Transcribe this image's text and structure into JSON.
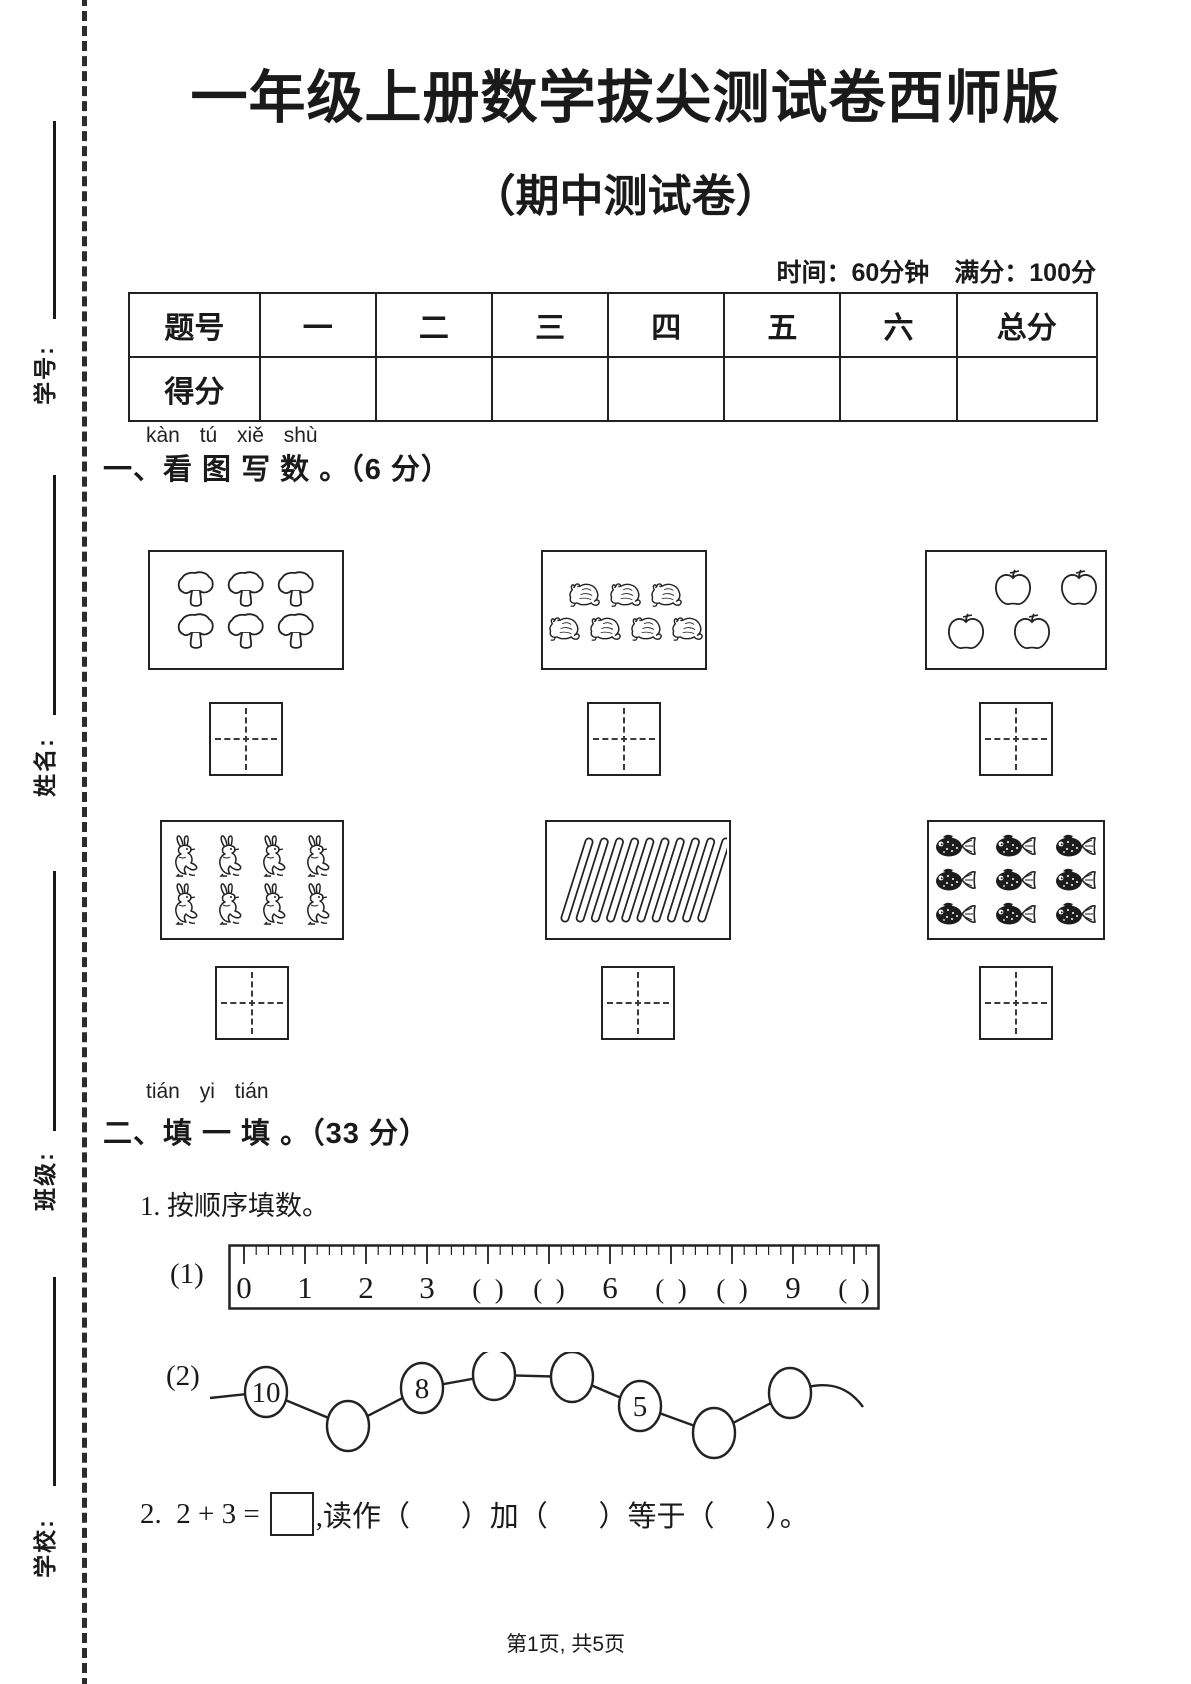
{
  "page": {
    "background": "#ffffff",
    "ink_color": "#1a1a1a"
  },
  "margin_fields": [
    {
      "label": "学号:"
    },
    {
      "label": "姓名:"
    },
    {
      "label": "班级:"
    },
    {
      "label": "学校:"
    }
  ],
  "header": {
    "title": "一年级上册数学拔尖测试卷西师版",
    "subtitle": "（期中测试卷）",
    "meta": "时间：60分钟　满分：100分"
  },
  "score_table": {
    "header_row": [
      "题号",
      "一",
      "二",
      "三",
      "四",
      "五",
      "六",
      "总分"
    ],
    "score_row_label": "得分",
    "score_row_values": [
      "",
      "",
      "",
      "",
      "",
      "",
      ""
    ]
  },
  "section1": {
    "pinyin": "kàn tú xiě shù",
    "title": "一、看 图 写 数 。（6 分）",
    "boxes": [
      {
        "icon": "mushroom-icon",
        "count": 6,
        "rows": [
          3,
          3
        ]
      },
      {
        "icon": "frog-icon",
        "count": 7,
        "rows": [
          3,
          4
        ]
      },
      {
        "icon": "apple-icon",
        "count": 4,
        "rows": [
          2,
          2
        ]
      },
      {
        "icon": "rabbit-icon",
        "count": 8,
        "rows": [
          4,
          4
        ]
      },
      {
        "icon": "stick-icon",
        "count": 10,
        "rows": [
          10
        ]
      },
      {
        "icon": "fish-icon",
        "count": 9,
        "rows": [
          3,
          3,
          3
        ]
      }
    ]
  },
  "section2": {
    "pinyin": "tián yi tián",
    "title": "二、填 一 填 。（33 分）",
    "q1": {
      "label": "1. 按顺序填数。",
      "part1_label": "(1)",
      "ruler_values": [
        "0",
        "1",
        "2",
        "3",
        "(  )",
        "(  )",
        "6",
        "(  )",
        "(  )",
        "9",
        "(  )"
      ],
      "part2_label": "(2)",
      "chain_values": [
        "10",
        "",
        "8",
        "",
        "",
        "5",
        "",
        ""
      ]
    },
    "q2": {
      "text_before": "2.  2 + 3 =",
      "text_after": ",读作（       ）加（       ）等于（       ）。"
    }
  },
  "footer": {
    "page_text": "第1页, 共5页"
  }
}
